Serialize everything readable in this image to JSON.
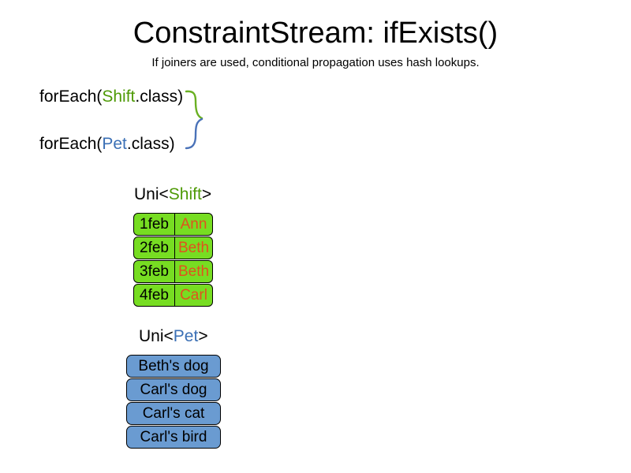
{
  "slide": {
    "title": "ConstraintStream: ifExists()",
    "subtitle": "If joiners are used, conditional propagation uses hash lookups.",
    "background_color": "#ffffff"
  },
  "colors": {
    "shift_green_text": "#4e9a06",
    "shift_green_fill": "#77dd22",
    "shift_name_orange": "#e0521e",
    "pet_blue_text": "#3a6fb5",
    "pet_blue_fill": "#6a9bd1",
    "outline_black": "#000000"
  },
  "streams": {
    "shift": {
      "prefix": "forEach(",
      "class_name": "Shift",
      "suffix": ".class)"
    },
    "pet": {
      "prefix": "forEach(",
      "class_name": "Pet",
      "suffix": ".class)"
    }
  },
  "shift_section": {
    "label_prefix": "Uni<",
    "label_type": "Shift",
    "label_suffix": ">",
    "columns": [
      "date",
      "employee"
    ],
    "rows": [
      {
        "date": "1feb",
        "employee": "Ann"
      },
      {
        "date": "2feb",
        "employee": "Beth"
      },
      {
        "date": "3feb",
        "employee": "Beth"
      },
      {
        "date": "4feb",
        "employee": "Carl"
      }
    ]
  },
  "pet_section": {
    "label_prefix": "Uni<",
    "label_type": "Pet",
    "label_suffix": ">",
    "rows": [
      {
        "name": "Beth's dog"
      },
      {
        "name": "Carl's dog"
      },
      {
        "name": "Carl's cat"
      },
      {
        "name": "Carl's bird"
      }
    ]
  },
  "connector": {
    "name": "joiner-brace",
    "top_stroke_color": "#6ab023",
    "bottom_stroke_color": "#4a72b8"
  }
}
